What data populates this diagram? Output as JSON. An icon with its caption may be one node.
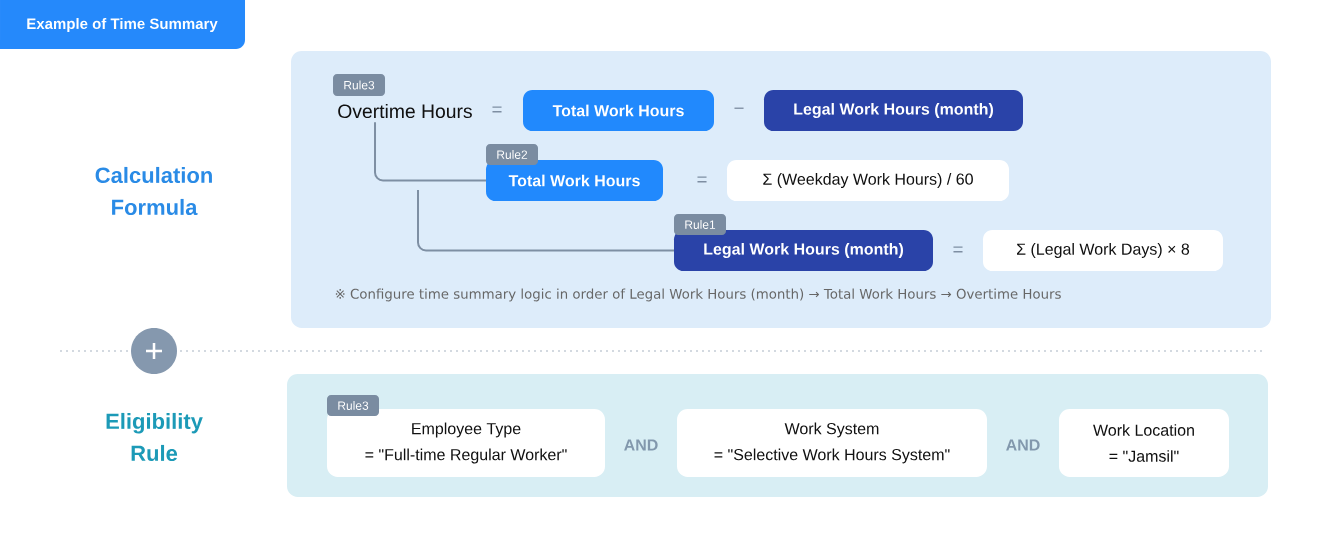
{
  "diagram": {
    "title": "Example of Time Summary",
    "nodes": [
      {
        "text": [
          "※ Configure time summary logic in order of Legal Work Hours (month) → Total Work Hours → Overtime Hours"
        ]
      },
      {
        "text": [
          "Rule3"
        ],
        "in": 0
      },
      {
        "text": [
          "Overtime Hours"
        ],
        "in": 0
      },
      {
        "text": [
          "Total Work Hours"
        ],
        "in": 0
      },
      {
        "text": [
          "Legal Work Hours (month)"
        ],
        "in": 0
      },
      {
        "text": [
          "Rule2"
        ],
        "in": 0
      },
      {
        "text": [
          "Total Work Hours"
        ],
        "in": 0
      },
      {
        "text": [
          "Σ (Weekday Work Hours) / 60"
        ],
        "in": 0
      },
      {
        "text": [
          "Rule1"
        ],
        "in": 0
      },
      {
        "text": [
          "Legal Work Hours (month)"
        ],
        "in": 0
      },
      {
        "text": [
          "Σ (Legal Work Days) × 8"
        ],
        "in": 0
      },
      {
        "text": [],
        "shape": "box"
      },
      {
        "text": [
          "Rule3"
        ],
        "in": 11
      },
      {
        "text": [
          "Employee Type",
          "= \"Full-time Regular Worker\""
        ],
        "in": 11
      },
      {
        "text": [
          "Work System",
          "= \"Selective Work Hours System\""
        ],
        "in": 11
      },
      {
        "text": [
          "Work Location",
          "= \"Jamsil\""
        ],
        "in": 11
      }
    ],
    "edges": [
      {
        "from": 2,
        "to": 6,
        "arrow": "none"
      },
      {
        "from": null,
        "to": 9,
        "arrow": "none"
      }
    ],
    "labels": [
      "Calculation Formula",
      "=",
      "−",
      "=",
      "=",
      "Eligibility Rule",
      "AND",
      "AND"
    ]
  }
}
